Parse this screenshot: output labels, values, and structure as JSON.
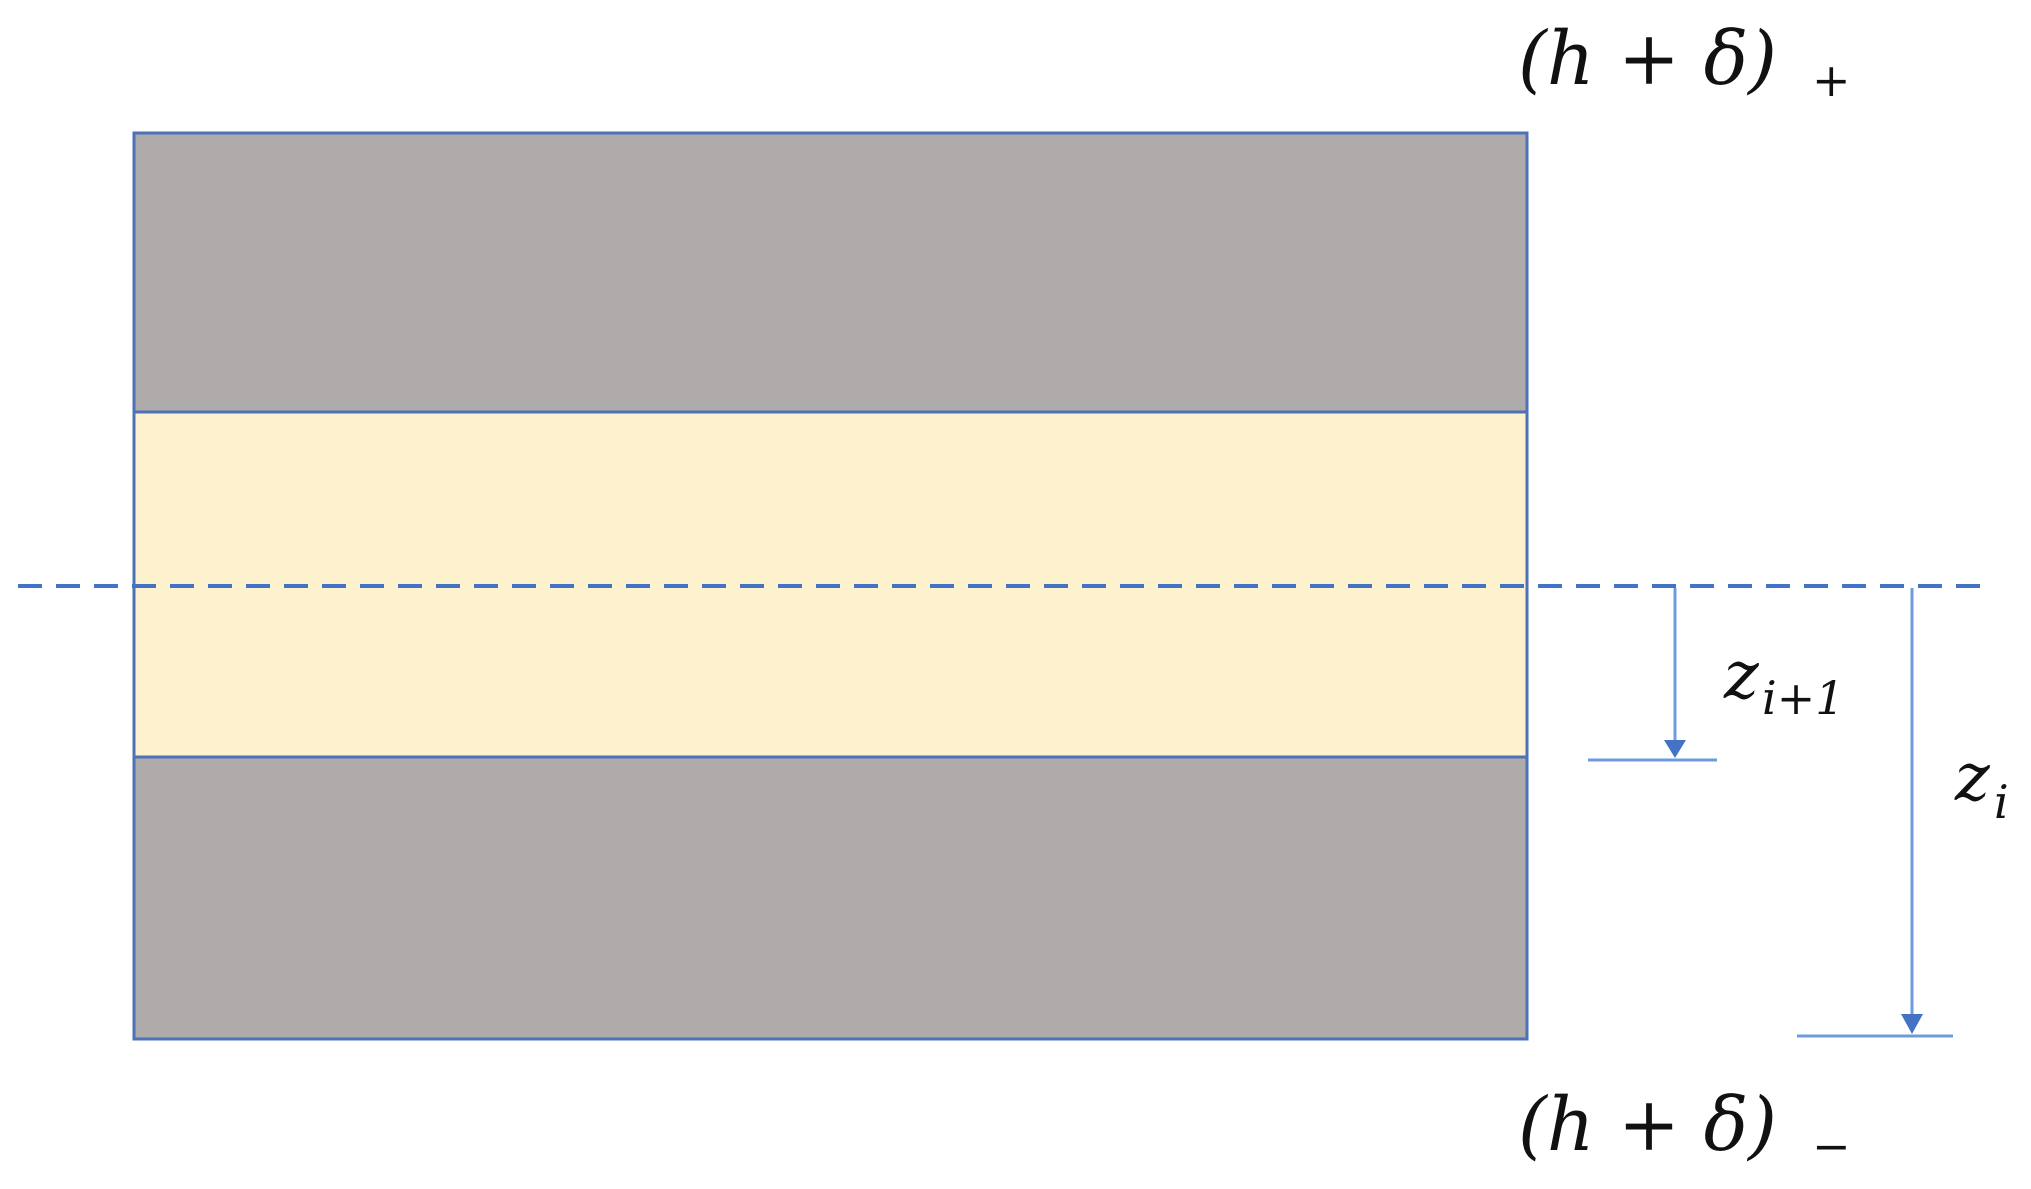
{
  "colors": {
    "outer_layer_fill": "#AFABAA",
    "core_layer_fill": "#FEF1CD",
    "outline": "#4E72B8",
    "midline": "#4472C4",
    "arrow": "#6F9BDD",
    "text": "#111111"
  },
  "labels": {
    "top_label_main": "(h + δ)",
    "top_label_sub": "+",
    "bottom_label_main": "(h + δ)",
    "bottom_label_sub": "−",
    "z_inner_main": "z",
    "z_inner_sub": "i+1",
    "z_outer_main": "z",
    "z_outer_sub": "i"
  }
}
